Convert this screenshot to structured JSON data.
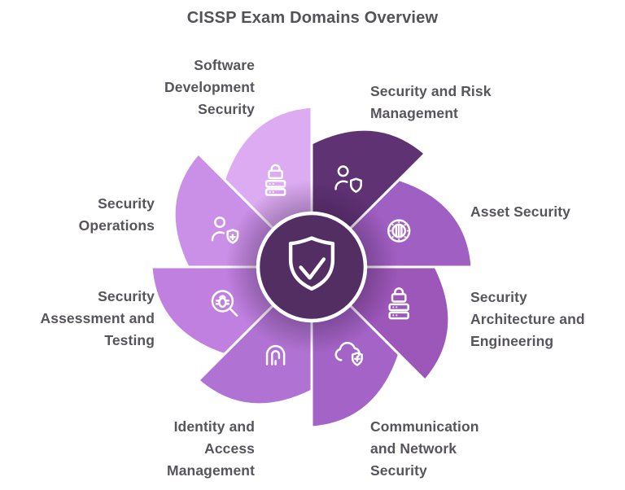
{
  "title": "CISSP Exam Domains Overview",
  "colors": {
    "background": "#ffffff",
    "title_text": "#525257",
    "label_text": "#57545c",
    "divider_stroke": "#ffffff",
    "center_circle": "#522e62"
  },
  "center": {
    "icon": "shield-check-icon",
    "color": "#522e62"
  },
  "segments": [
    {
      "name": "security-and-risk-management",
      "label": "Security and Risk\nManagement",
      "icon": "user-shield-icon",
      "color": "#5f3274",
      "start_angle": 0,
      "end_angle": 45
    },
    {
      "name": "asset-security",
      "label": "Asset Security",
      "icon": "vault-icon",
      "color": "#a05fc2",
      "start_angle": 45,
      "end_angle": 90
    },
    {
      "name": "security-architecture-and-engineering",
      "label": "Security\nArchitecture and\nEngineering",
      "icon": "server-lock-icon",
      "color": "#9c57b9",
      "start_angle": 90,
      "end_angle": 135
    },
    {
      "name": "communication-and-network-security",
      "label": "Communication\nand Network\nSecurity",
      "icon": "cloud-shield-icon",
      "color": "#a463c6",
      "start_angle": 135,
      "end_angle": 180
    },
    {
      "name": "identity-and-access-management",
      "label": "Identity and\nAccess\nManagement",
      "icon": "fingerprint-icon",
      "color": "#b173d3",
      "start_angle": 180,
      "end_angle": 225
    },
    {
      "name": "security-assessment-and-testing",
      "label": "Security\nAssessment and\nTesting",
      "icon": "bug-search-icon",
      "color": "#c080e0",
      "start_angle": 225,
      "end_angle": 270
    },
    {
      "name": "security-operations",
      "label": "Security\nOperations",
      "icon": "user-plus-shield-icon",
      "color": "#ca8fe7",
      "start_angle": 270,
      "end_angle": 315
    },
    {
      "name": "software-development-security",
      "label": "Software\nDevelopment\nSecurity",
      "icon": "server-lock-icon",
      "color": "#dcabf2",
      "start_angle": 315,
      "end_angle": 360
    }
  ]
}
